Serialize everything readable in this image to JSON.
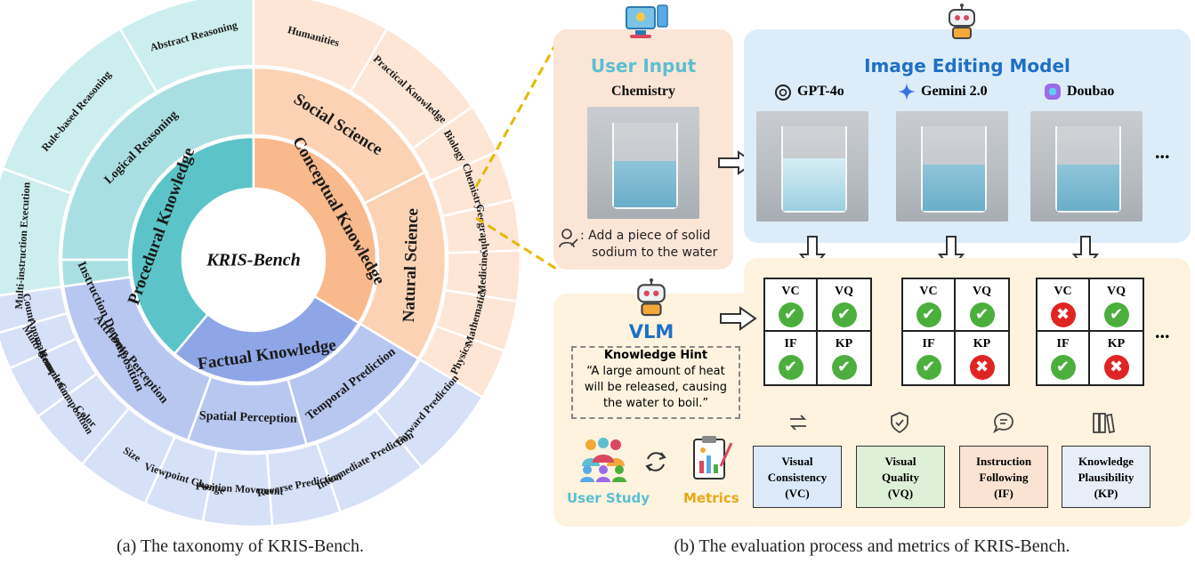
{
  "taxonomy": {
    "center_title": "KRIS-Bench",
    "inner": [
      "Procedural Knowledge",
      "Conceptual Knowledge",
      "Factual Knowledge"
    ],
    "middle": [
      "Logical Reasoning",
      "Instruction Decomposition",
      "Social Science",
      "Natural Science",
      "Attribute Perception",
      "Spatial Perception",
      "Temporal Prediction"
    ],
    "outer": [
      "Rule-based Reasoning",
      "Abstract Reasoning",
      "Multi-instruction Execution",
      "Multi-element Composition",
      "Humanities",
      "Practical Knowledge",
      "Biology",
      "Chemistry",
      "Geography",
      "Medicine",
      "Mathematics",
      "Physics",
      "Count",
      "Anomaly",
      "Completion",
      "Color",
      "Size",
      "Viewpoint Change",
      "Position Movement",
      "Reverse Prediction",
      "Intermediate Prediction",
      "Forward Prediction"
    ],
    "caption": "(a)  The taxonomy of KRIS-Bench."
  },
  "evaluation": {
    "user_input_title": "User  Input",
    "category": "Chemistry",
    "instruction_line1": ": Add a piece of solid",
    "instruction_line2": "sodium to the water",
    "model_panel_title": "Image Editing Model",
    "models": [
      "GPT-4o",
      "Gemini 2.0",
      "Doubao"
    ],
    "ellipsis": "...",
    "vlm_label": "VLM",
    "hint_title": "Knowledge Hint",
    "hint_line1": "“A large amount of heat",
    "hint_line2": "will be released, causing",
    "hint_line3": "the water to boil.”",
    "grid_labels": [
      "VC",
      "VQ",
      "IF",
      "KP"
    ],
    "results": [
      [
        "pass",
        "pass",
        "pass",
        "pass"
      ],
      [
        "pass",
        "pass",
        "pass",
        "fail"
      ],
      [
        "fail",
        "pass",
        "pass",
        "fail"
      ]
    ],
    "user_study": "User Study",
    "metrics_label": "Metrics",
    "metric_boxes": [
      {
        "line1": "Visual",
        "line2": "Consistency",
        "line3": "(VC)",
        "color": "#dbe9f8"
      },
      {
        "line1": "Visual",
        "line2": "Quality",
        "line3": "(VQ)",
        "color": "#dff0d8"
      },
      {
        "line1": "Instruction",
        "line2": "Following",
        "line3": "(IF)",
        "color": "#fbe3d3"
      },
      {
        "line1": "Knowledge",
        "line2": "Plausibility",
        "line3": "(KP)",
        "color": "#e7eef7"
      }
    ],
    "caption": "(b) The evaluation process and metrics of KRIS-Bench."
  },
  "colors": {
    "procedural": "#5cc4c8",
    "conceptual": "#f8b98c",
    "factual": "#8fa6e6",
    "accent_blue": "#1f6fc5",
    "teal_text": "#5bbfd1",
    "gold_text": "#e6a817"
  }
}
